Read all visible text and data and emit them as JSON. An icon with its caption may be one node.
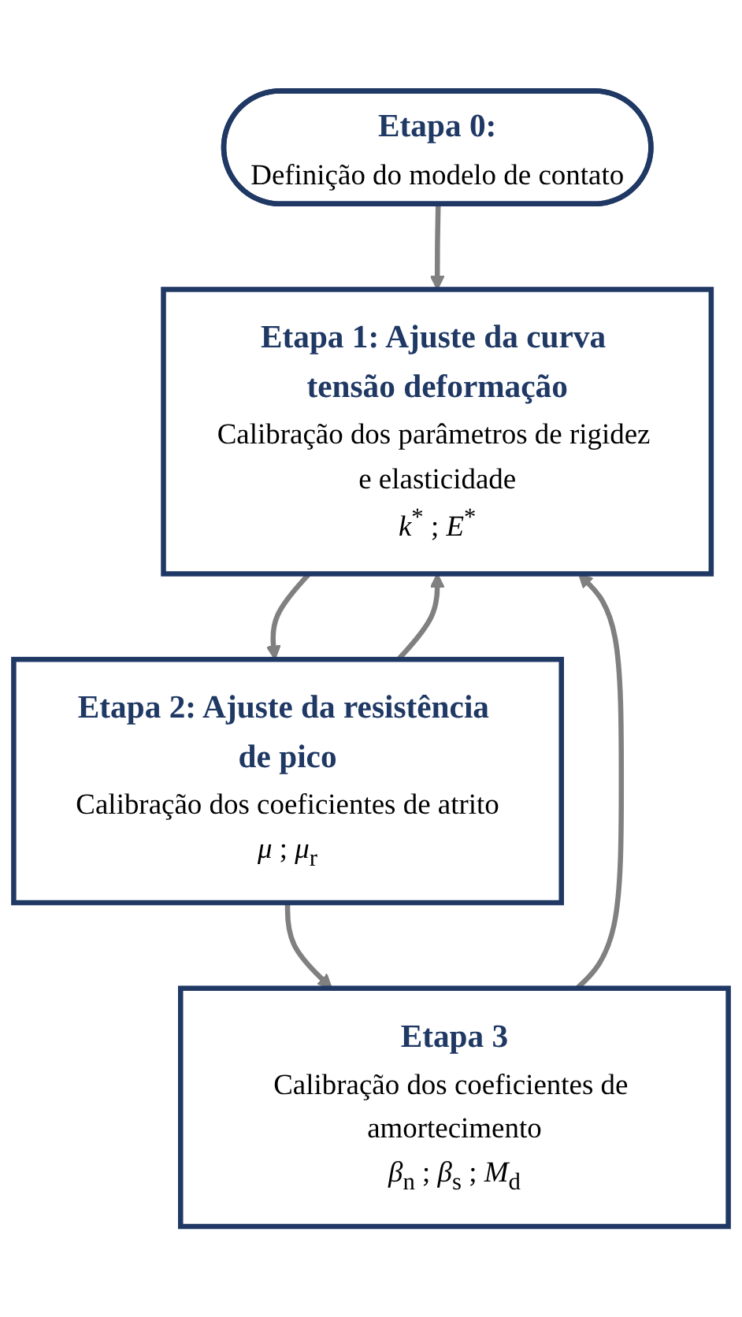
{
  "diagram": {
    "nodes": [
      {
        "text": [
          "Etapa 0:",
          "Definição do modelo de contato"
        ]
      },
      {
        "text": [
          "Etapa 1: Ajuste da curva tensão deformação",
          "Calibração dos parâmetros de rigidez e elasticidade",
          "*k*$^{*}$ ; *E*$^{*}$"
        ]
      },
      {
        "text": [
          "Etapa 2: Ajuste da resistência de pico",
          "Calibração dos coeficientes de atrito",
          "*μ* ; *μ*$_{r}$"
        ]
      },
      {
        "text": [
          "Etapa 3",
          "Calibração dos coeficientes de amortecimento",
          "*β*$_{n}$ ; *β*$_{s}$ ; *M*$_{d}$"
        ]
      }
    ],
    "edges": [
      {
        "from": 0,
        "to": 1,
        "arrow": "to"
      },
      {
        "from": 1,
        "to": 2,
        "arrow": "to"
      },
      {
        "from": 2,
        "to": 1,
        "arrow": "to"
      },
      {
        "from": 2,
        "to": 3,
        "arrow": "to"
      },
      {
        "from": 3,
        "to": 1,
        "arrow": "to"
      }
    ]
  }
}
